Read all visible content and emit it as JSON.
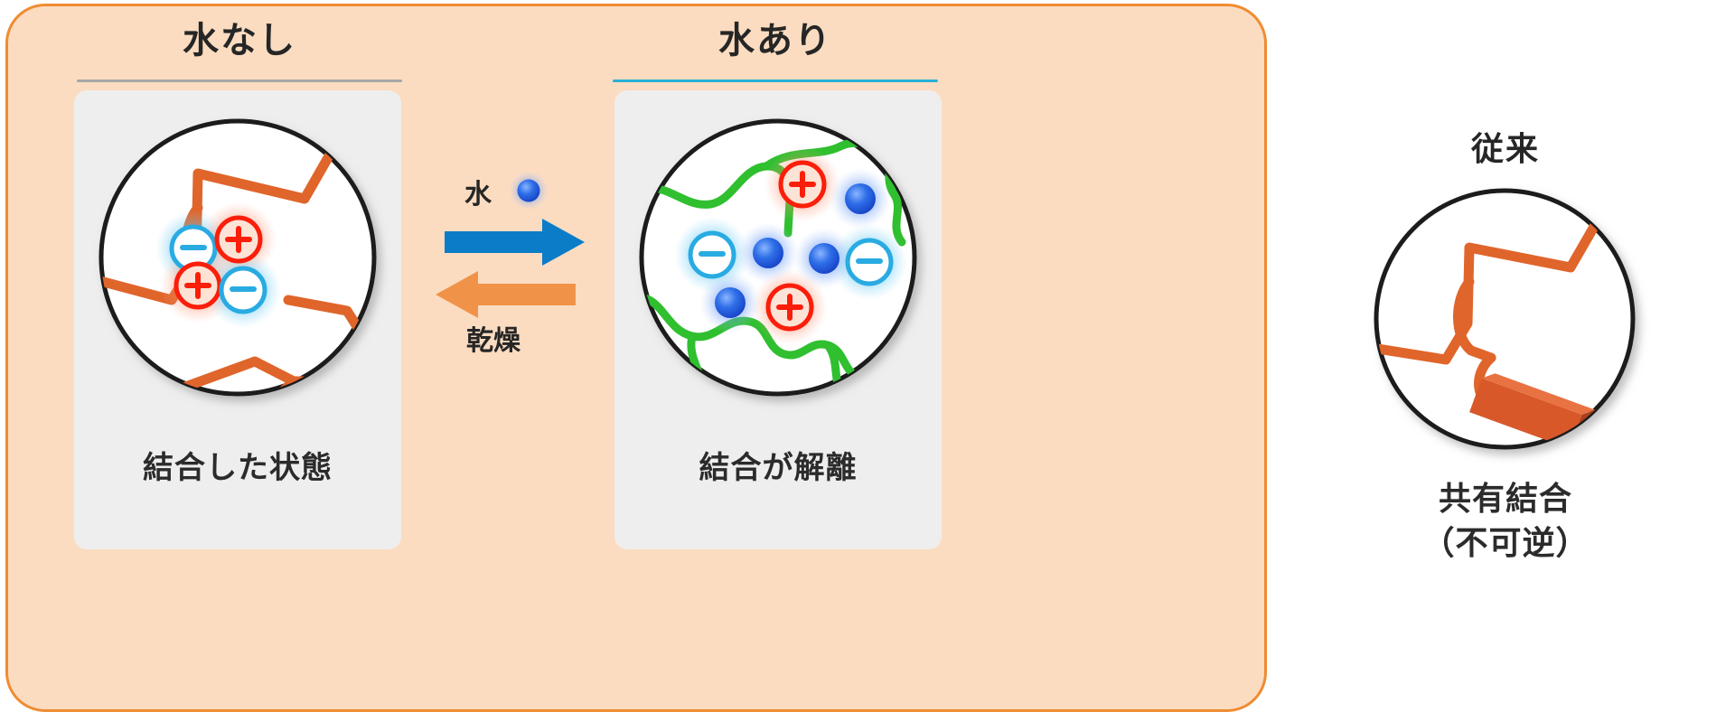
{
  "theme": {
    "panel_bg": "#fbdcc1",
    "panel_border": "#ef8c32",
    "card_bg": "#eeeeee",
    "polymer_orange": "#e0652b",
    "chain_green": "#2fbf2f",
    "plus_red": "#fb1e0a",
    "minus_blue": "#29abe2",
    "water_blue": "#1b63e8",
    "arrow_blue": "#0b7cc8",
    "arrow_orange": "#f09348",
    "rule_grey": "#a6a6a6",
    "rule_cyan": "#2ab0d8",
    "text_dark": "#262626"
  },
  "panel": {
    "left_column": {
      "header": "水なし",
      "caption": "結合した状態"
    },
    "right_column": {
      "header": "水あり",
      "caption": "結合が解離"
    },
    "arrows": {
      "forward_label": "水",
      "forward_icon": "water-molecule-icon",
      "backward_label": "乾燥"
    }
  },
  "conventional": {
    "title": "従来",
    "caption_line1": "共有結合",
    "caption_line2": "（不可逆）"
  },
  "ions": {
    "plus_symbol": "+",
    "minus_symbol": "−"
  }
}
